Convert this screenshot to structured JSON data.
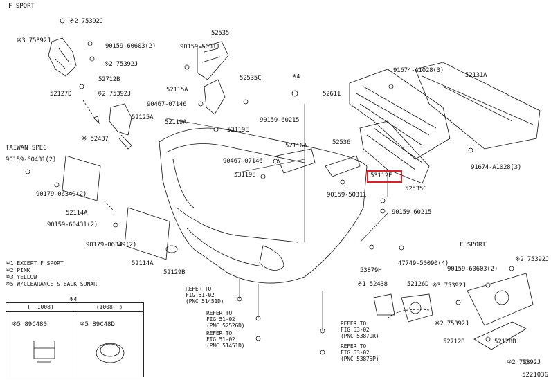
{
  "diagram": {
    "title_code": "522103G",
    "sections": {
      "f_sport_top": "F SPORT",
      "taiwan_spec": "TAIWAN SPEC",
      "f_sport_bottom": "F SPORT"
    },
    "highlighted_part": "53112E",
    "labels": {
      "p_27539_2j_a": "※2 75392J",
      "p_27539_3j_a": "※3 75392J",
      "p_90159_60603_a": "90159-60603(2)",
      "p_27539_2j_b": "※2 75392J",
      "p_52712b_a": "52712B",
      "p_52127d": "52127D",
      "p_27539_2j_c": "※2 75392J",
      "p_52125a": "52125A",
      "p_52437": "※ 52437",
      "p_52535": "52535",
      "p_90159_50311_a": "90159-50311",
      "p_52535c_a": "52535C",
      "p_52115a": "52115A",
      "p_90467_07146_a": "90467-07146",
      "p_90159_60215_a": "90159-60215",
      "p_53119e_a": "53119E",
      "p_52119a": "52119A",
      "p_x4_a": "※4",
      "p_52611": "52611",
      "p_91674_a1028_a": "91674-A1028(3)",
      "p_52131a": "52131A",
      "p_91674_a1028_b": "91674-A1028(3)",
      "p_52116a": "52116A",
      "p_52536": "52536",
      "p_90467_07146_b": "90467-07146",
      "p_53119e_b": "53119E",
      "p_90159_50311_b": "90159-50311",
      "p_52535c_b": "52535C",
      "p_90159_60215_b": "90159-60215",
      "p_90159_60431_a": "90159-60431(2)",
      "p_90179_06349_a": "90179-06349(2)",
      "p_52114a_a": "52114A",
      "p_90159_60431_b": "90159-60431(2)",
      "p_90179_06349_b": "90179-06349(2)",
      "p_52114a_b": "52114A",
      "p_52129b": "52129B",
      "p_53879h": "53879H",
      "p_47749_50090": "47749-50090(4)",
      "p_152438": "※1 52438",
      "p_52126d": "52126D",
      "p_90159_60603_b": "90159-60603(2)",
      "p_27539_2j_d": "※2 75392J",
      "p_27539_3j_b": "※3 75392J",
      "p_27539_2j_e": "※2 75392J",
      "p_52712b_b": "52712B",
      "p_52128b": "52128B",
      "p_27539_2j_f": "※2 75392J"
    },
    "refer_notes": [
      {
        "line1": "REFER TO",
        "line2": "FIG 51-02",
        "line3": "(PNC 51451D)"
      },
      {
        "line1": "REFER TO",
        "line2": "FIG 51-02",
        "line3": "(PNC 52526D)"
      },
      {
        "line1": "REFER TO",
        "line2": "FIG 51-02",
        "line3": "(PNC 51451D)"
      },
      {
        "line1": "REFER TO",
        "line2": "FIG 53-02",
        "line3": "(PNC 53879R)"
      },
      {
        "line1": "REFER TO",
        "line2": "FIG 53-02",
        "line3": "(PNC 53875P)"
      }
    ],
    "legend": [
      "※1 EXCEPT F SPORT",
      "※2 PINK",
      "※3 YELLOW",
      "※5 W/CLEARANCE & BACK SONAR"
    ],
    "inset": {
      "title": "※4",
      "col1_header": "(      -1008)",
      "col2_header": "(1008-      )",
      "col1_part": "※5 89C480",
      "col2_part": "※5 89C48D"
    }
  }
}
